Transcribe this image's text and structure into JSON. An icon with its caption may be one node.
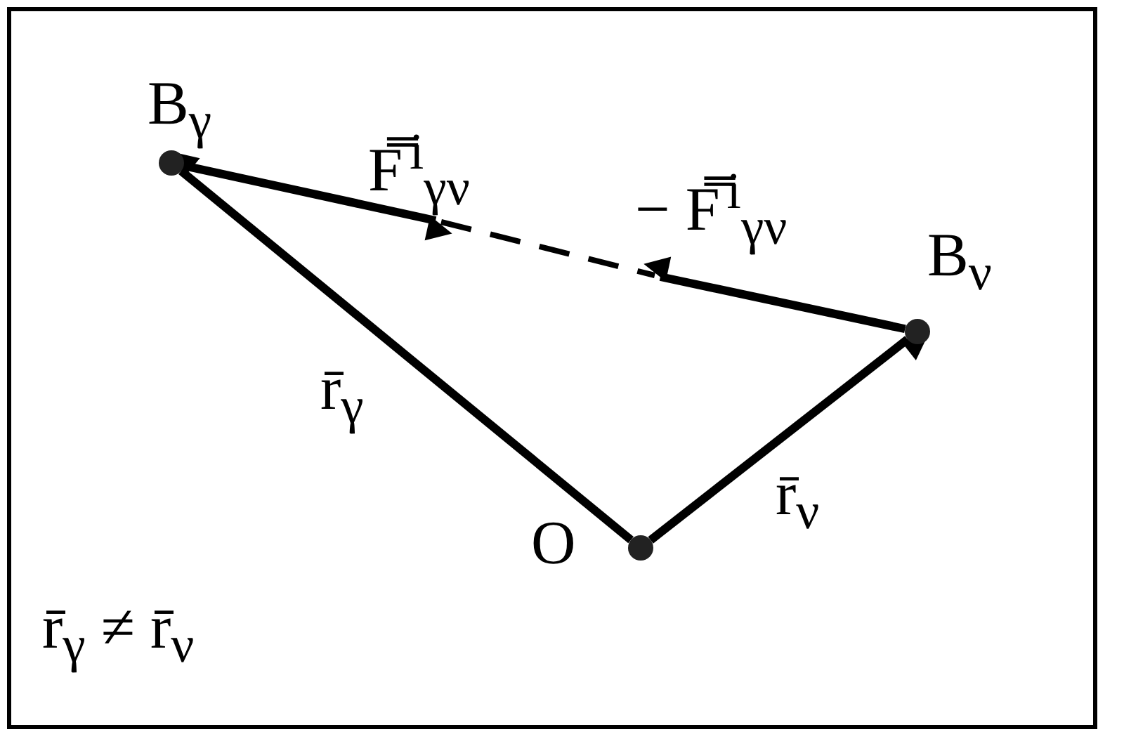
{
  "diagram": {
    "nodes": [
      {
        "text": [],
        "shape": "circle",
        "beside": [
          "B$_{γ}$"
        ]
      },
      {
        "text": [],
        "shape": "circle",
        "beside": [
          "B$_{ν}$"
        ]
      },
      {
        "text": [],
        "shape": "circle",
        "beside": [
          "O"
        ]
      }
    ],
    "edges": [
      {
        "from": 2,
        "to": 0,
        "arrow": "to",
        "label": "r̄$_{γ}$"
      },
      {
        "from": 2,
        "to": 1,
        "arrow": "to",
        "label": "r̄$_{ν}$"
      },
      {
        "from": 0,
        "to": null,
        "arrow": "to",
        "label": "F̿$^{i}$$_{γν}$"
      },
      {
        "from": 1,
        "to": null,
        "arrow": "to",
        "label": "− F̿$^{i}$$_{γν}$"
      }
    ],
    "labels": [
      "r̄$_{γ}$ ≠ r̄$_{ν}$"
    ]
  }
}
